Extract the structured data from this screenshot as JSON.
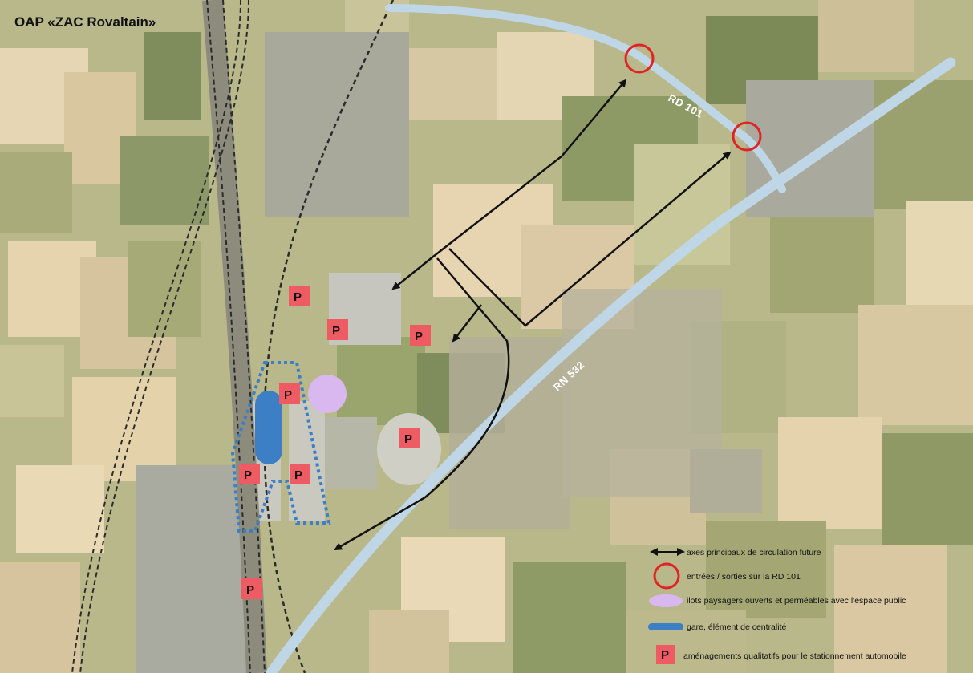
{
  "map": {
    "title": "OAP «ZAC Rovaltain»",
    "roads": [
      {
        "name": "RD 101"
      },
      {
        "name": "RN 532"
      }
    ],
    "parking_marker": "P",
    "legend": [
      {
        "symbol": "double-arrow",
        "text": "axes principaux de circulation future"
      },
      {
        "symbol": "red-circle",
        "text": "entrées / sorties sur la RD 101"
      },
      {
        "symbol": "lilac-blob",
        "text": "ilots paysagers ouverts et perméables avec l'espace public"
      },
      {
        "symbol": "blue-bar",
        "text": "gare, élément de centralité"
      },
      {
        "symbol": "parking-square",
        "text": "aménagements qualitatifs pour le stationnement automobile"
      }
    ],
    "colors": {
      "road": "#bfd6e6",
      "entry_circle": "#e02424",
      "landscape_islet": "#d9b8ef",
      "station": "#3c7fc5",
      "parking": "#ee5b62",
      "parking_outline": "#3c7fc5",
      "arrow": "#111111"
    }
  }
}
